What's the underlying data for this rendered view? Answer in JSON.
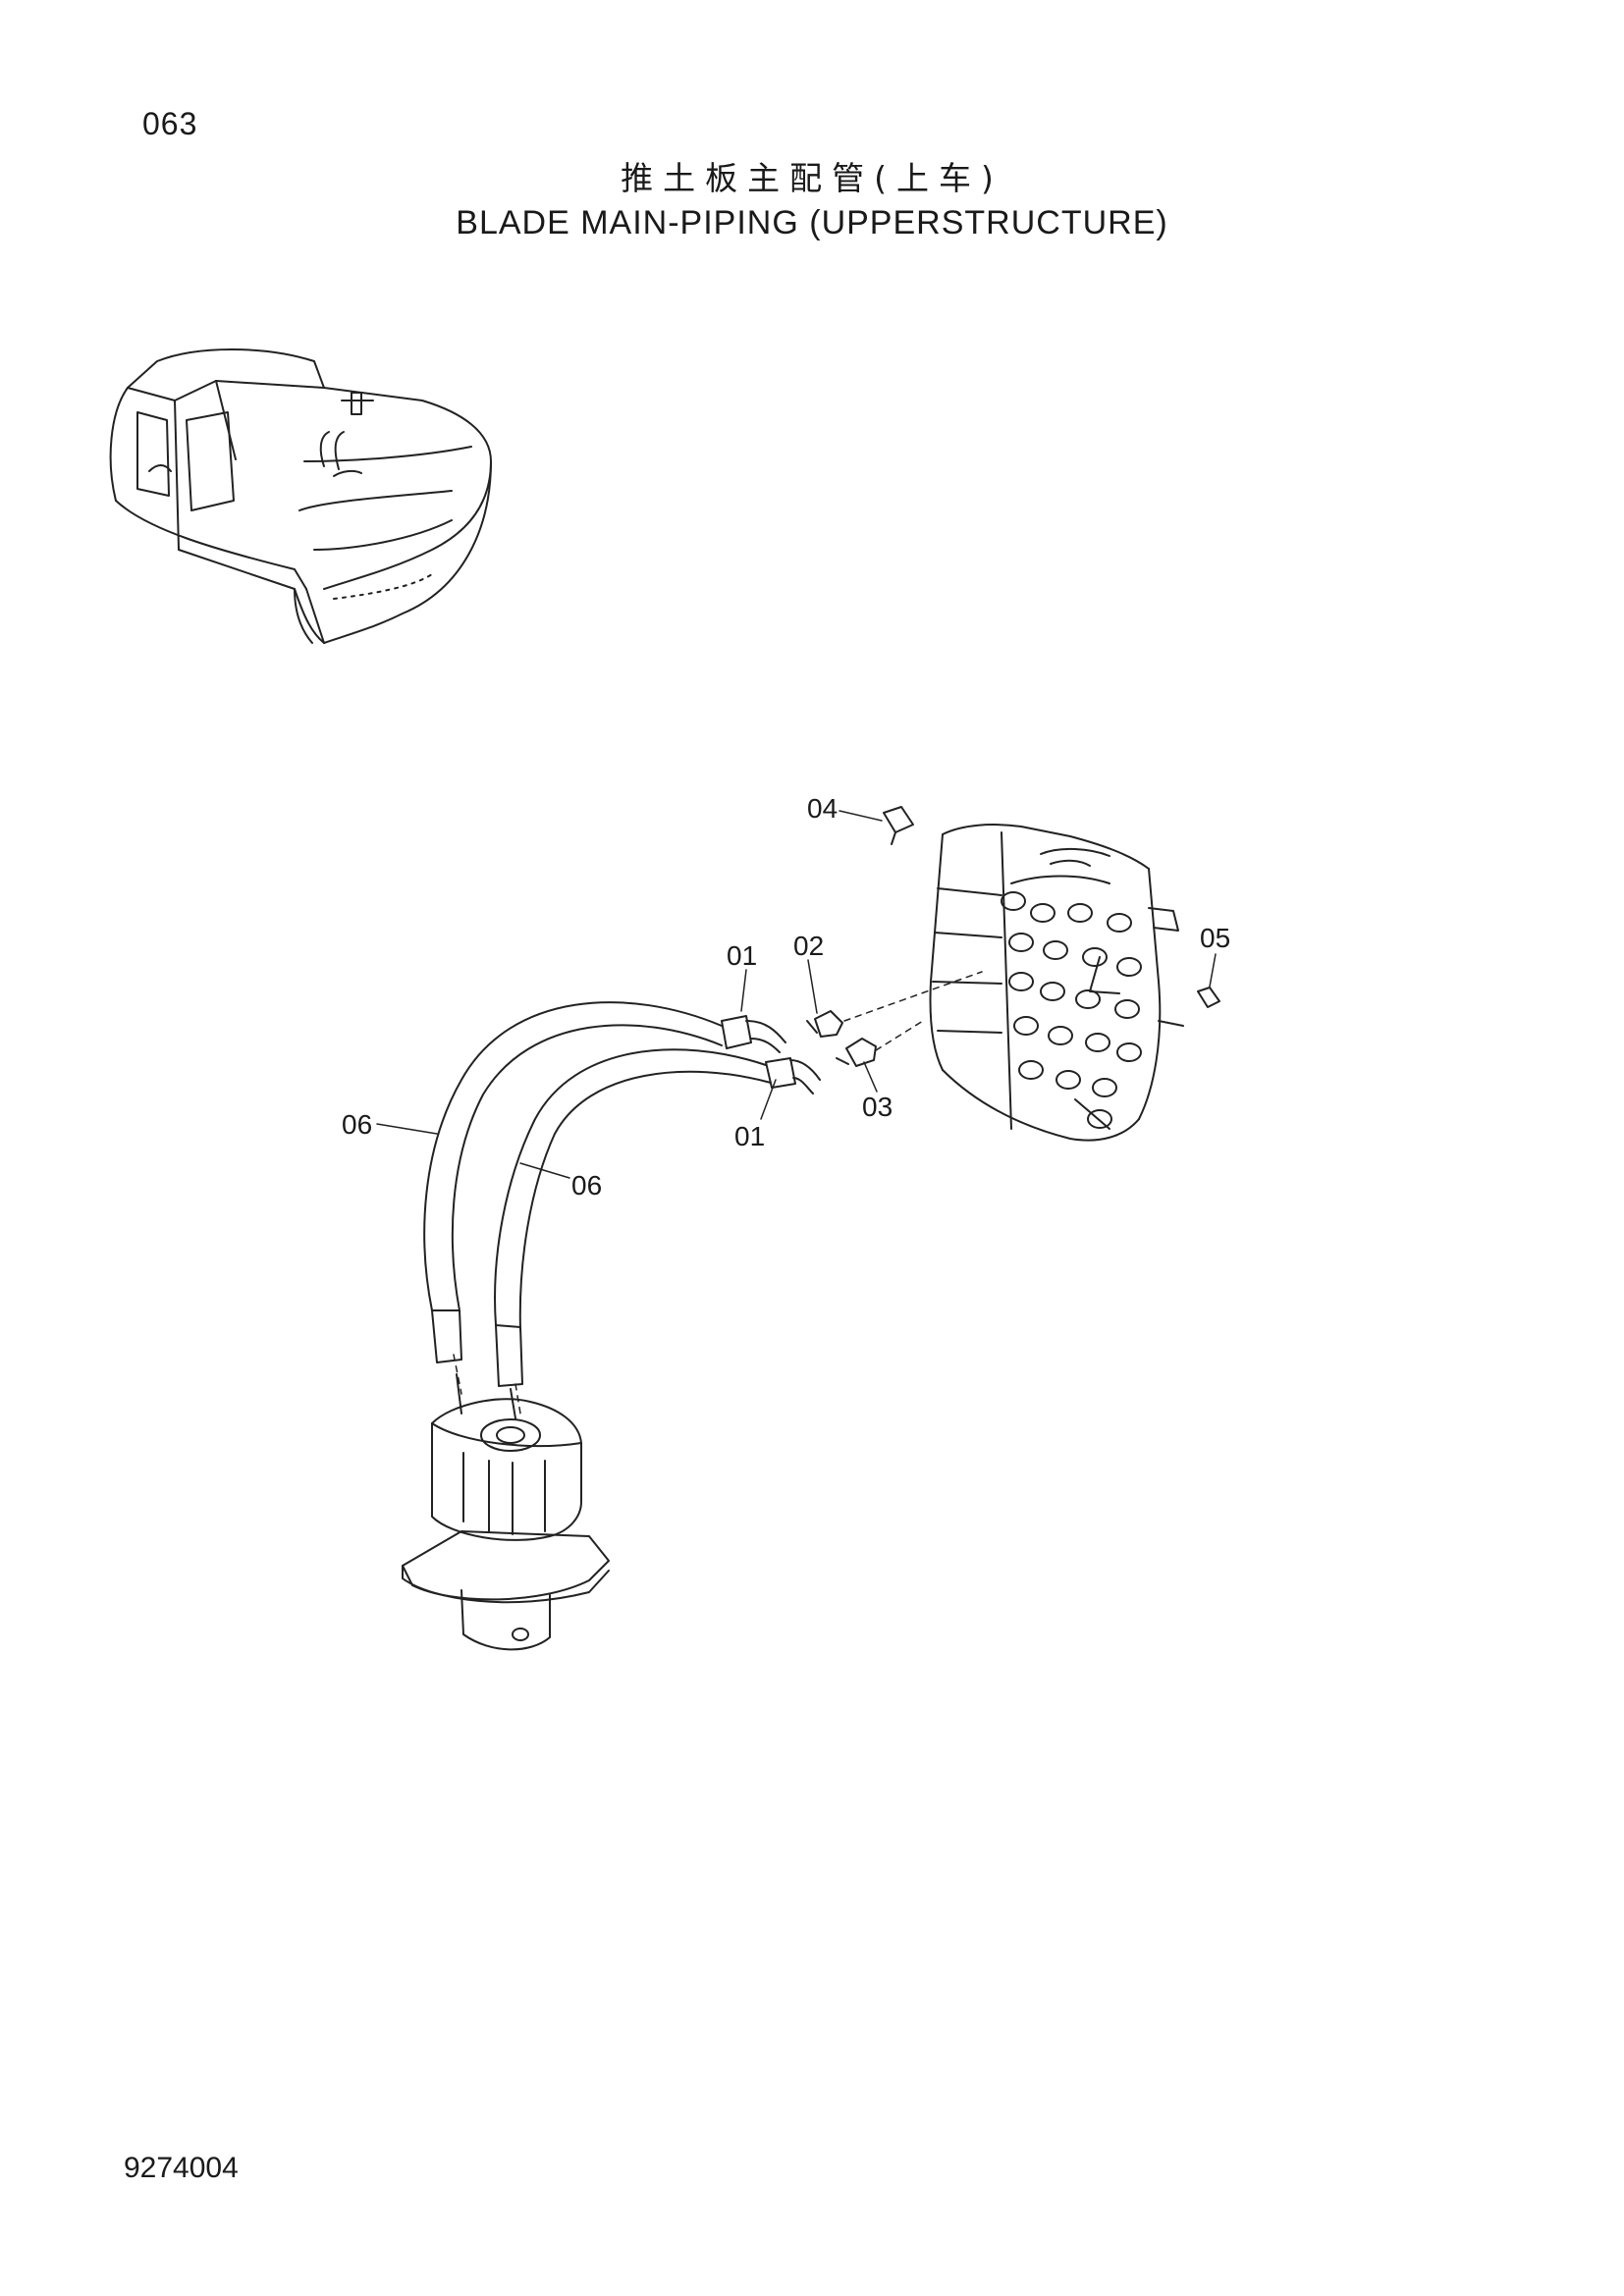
{
  "page": {
    "number": "063",
    "title_cn": "推土板主配管(上车)",
    "title_en": "BLADE MAIN-PIPING (UPPERSTRUCTURE)",
    "document_number": "9274004"
  },
  "callouts": [
    {
      "id": "c04",
      "text": "04"
    },
    {
      "id": "c01a",
      "text": "01"
    },
    {
      "id": "c02",
      "text": "02"
    },
    {
      "id": "c05",
      "text": "05"
    },
    {
      "id": "c06a",
      "text": "06"
    },
    {
      "id": "c01b",
      "text": "01"
    },
    {
      "id": "c03",
      "text": "03"
    },
    {
      "id": "c06b",
      "text": "06"
    }
  ]
}
